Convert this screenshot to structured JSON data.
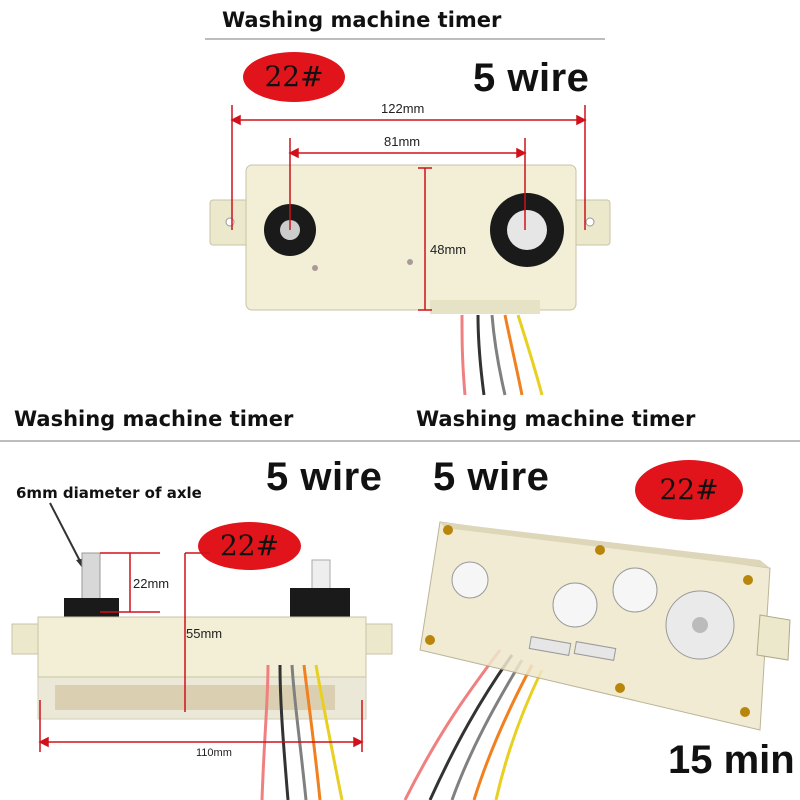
{
  "top": {
    "title": "Washing machine timer",
    "badge": "22#",
    "wire_label": "5 wire",
    "dim_width_total": "122mm",
    "dim_width_inner": "81mm",
    "dim_height": "48mm"
  },
  "bottom_left": {
    "title": "Washing machine timer",
    "wire_label": "5 wire",
    "badge": "22#",
    "axle_note": "6mm diameter of axle",
    "dim_shaft": "22mm",
    "dim_body_height": "55mm",
    "dim_body_width": "110mm"
  },
  "bottom_right": {
    "title": "Washing machine timer",
    "wire_label": "5 wire",
    "badge": "22#",
    "duration": "15 min"
  },
  "colors": {
    "badge_red": "#e0141a",
    "dimension_red": "#d0101a",
    "body_cream": "#f2efd6",
    "wires": [
      "#f08080",
      "#333333",
      "#808080",
      "#f08020",
      "#e8d020"
    ]
  }
}
